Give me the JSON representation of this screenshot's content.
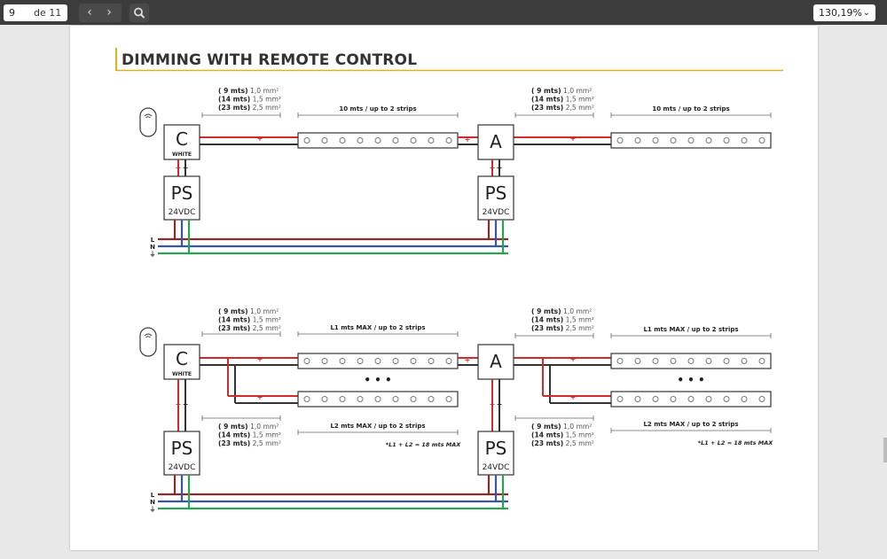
{
  "toolbar": {
    "page_current": "9",
    "page_total": "de 11",
    "prev_label": "‹",
    "next_label": "›",
    "search_icon": "search-icon",
    "zoom": "130,19%",
    "zoom_chevron": "⌄"
  },
  "document": {
    "title": "DIMMING WITH REMOTE CONTROL",
    "colors": {
      "accent": "#e0b020",
      "live": "#8b2a2a",
      "neutral": "#3a55a8",
      "ground": "#2aa050",
      "positive": "#d02a2a"
    },
    "diagram1": {
      "controller": {
        "letter": "C",
        "sub": "WHITE"
      },
      "amplifier": {
        "letter": "A"
      },
      "ps": {
        "letter": "PS",
        "sub": "24VDC"
      },
      "cable_specs": [
        {
          "len": "( 9 mts)",
          "section": "1,0 mm²"
        },
        {
          "len": "(14 mts)",
          "section": "1,5 mm²"
        },
        {
          "len": "(23 mts)",
          "section": "2,5 mm²"
        }
      ],
      "strip_label_1": "10 mts / up to 2 strips",
      "strip_label_2": "10 mts / up to 2 strips",
      "mains": [
        "L",
        "N",
        "⏚"
      ]
    },
    "diagram2": {
      "controller": {
        "letter": "C",
        "sub": "WHITE"
      },
      "amplifier": {
        "letter": "A"
      },
      "ps": {
        "letter": "PS",
        "sub": "24VDC"
      },
      "l1_label": "L1 mts MAX  /  up to 2 strips",
      "l2_label": "L2 mts MAX  /  up to 2 strips",
      "note": "*L1 + L2 = 18 mts MAX",
      "dots": "• • •",
      "mains": [
        "L",
        "N",
        "⏚"
      ]
    },
    "plus": "+",
    "minus": "−"
  }
}
